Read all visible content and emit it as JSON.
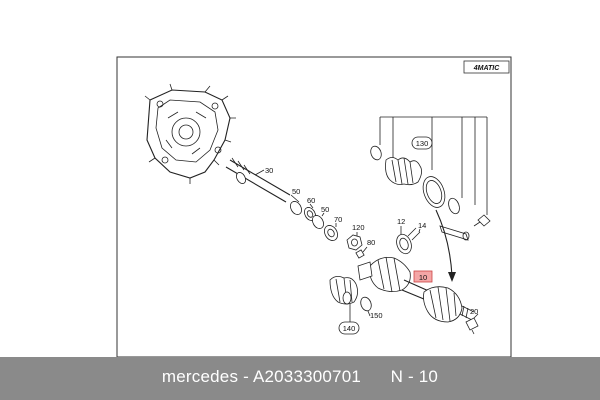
{
  "diagram": {
    "logo_text": "4MATIC",
    "callouts": [
      "30",
      "50",
      "60",
      "50",
      "70",
      "120",
      "80",
      "130",
      "12",
      "14",
      "10",
      "20",
      "140",
      "150"
    ],
    "highlighted_callout": "10",
    "highlight_color": "#f4a6a6"
  },
  "footer": {
    "brand": "mercedes",
    "part_number": "A2033300701",
    "position": "N - 10",
    "separator": " - ",
    "background": "#8a8a8a"
  }
}
